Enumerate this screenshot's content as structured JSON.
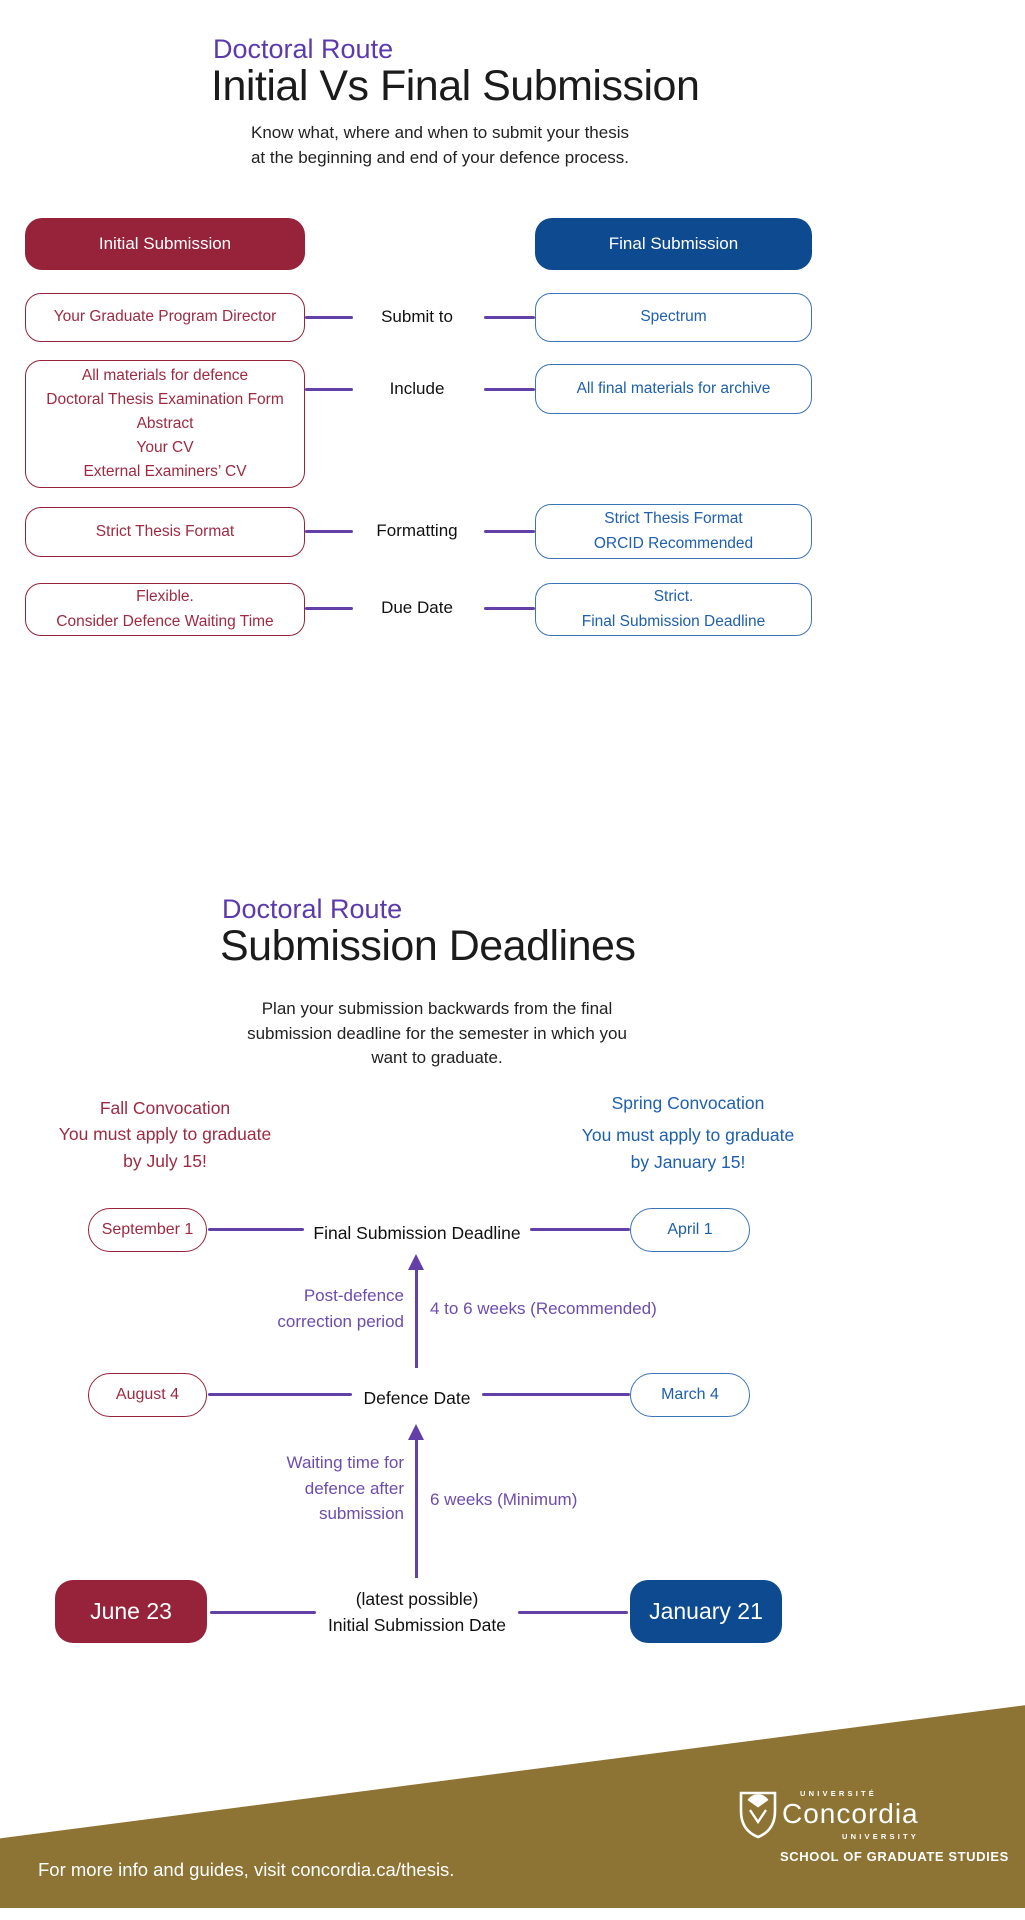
{
  "colors": {
    "maroon": "#962339",
    "maroon_text": "#9e2a42",
    "blue": "#0d4a8f",
    "blue_text": "#1e5fae",
    "purple_heading": "#5c3aad",
    "connector_purple": "#6240a8",
    "footer_gold": "#8d7434"
  },
  "comparison": {
    "eyebrow": "Doctoral Route",
    "title": "Initial Vs Final Submission",
    "subtitle": [
      "Know what, where and when to submit your thesis",
      "at the beginning and end of your defence process."
    ],
    "initial_header": "Initial Submission",
    "final_header": "Final Submission",
    "rows": [
      {
        "label": "Submit to",
        "initial": [
          "Your Graduate Program Director"
        ],
        "final": [
          "Spectrum"
        ]
      },
      {
        "label": "Include",
        "initial": [
          "All materials for defence",
          "Doctoral Thesis Examination Form",
          "Abstract",
          "Your CV",
          "External Examiners’ CV"
        ],
        "final": [
          "All final materials for archive"
        ]
      },
      {
        "label": "Formatting",
        "initial": [
          "Strict Thesis Format"
        ],
        "final": [
          "Strict Thesis Format",
          "ORCID Recommended"
        ]
      },
      {
        "label": "Due Date",
        "initial": [
          "Flexible.",
          "Consider Defence Waiting Time"
        ],
        "final": [
          "Strict.",
          "Final Submission Deadline"
        ]
      }
    ]
  },
  "deadlines": {
    "eyebrow": "Doctoral Route",
    "title": "Submission Deadlines",
    "subtitle": [
      "Plan your submission backwards from the final",
      "submission deadline for the semester in which you",
      "want to graduate."
    ],
    "fall_note": [
      "Fall Convocation",
      "You must apply to graduate",
      "by July 15!"
    ],
    "spring_note": [
      "Spring Convocation",
      "You must apply to graduate",
      "by January 15!"
    ],
    "milestones": [
      {
        "fall_date": "September 1",
        "label": "Final Submission Deadline",
        "spring_date": "April 1"
      },
      {
        "fall_date": "August 4",
        "label": "Defence Date",
        "spring_date": "March 4"
      },
      {
        "fall_date": "June 23",
        "label": [
          "(latest possible)",
          "Initial Submission Date"
        ],
        "spring_date": "January 21"
      }
    ],
    "intervals": [
      {
        "left_label": [
          "Post-defence",
          "correction period"
        ],
        "right_label": "4 to 6 weeks (Recommended)"
      },
      {
        "left_label": [
          "Waiting time for",
          "defence after",
          "submission"
        ],
        "right_label": "6 weeks (Minimum)"
      }
    ]
  },
  "footer": {
    "note": "For more info and guides, visit concordia.ca/thesis.",
    "logo": {
      "universite": "UNIVERSITÉ",
      "wordmark": "Concordia",
      "university": "UNIVERSITY",
      "unit": "SCHOOL OF GRADUATE STUDIES"
    }
  }
}
